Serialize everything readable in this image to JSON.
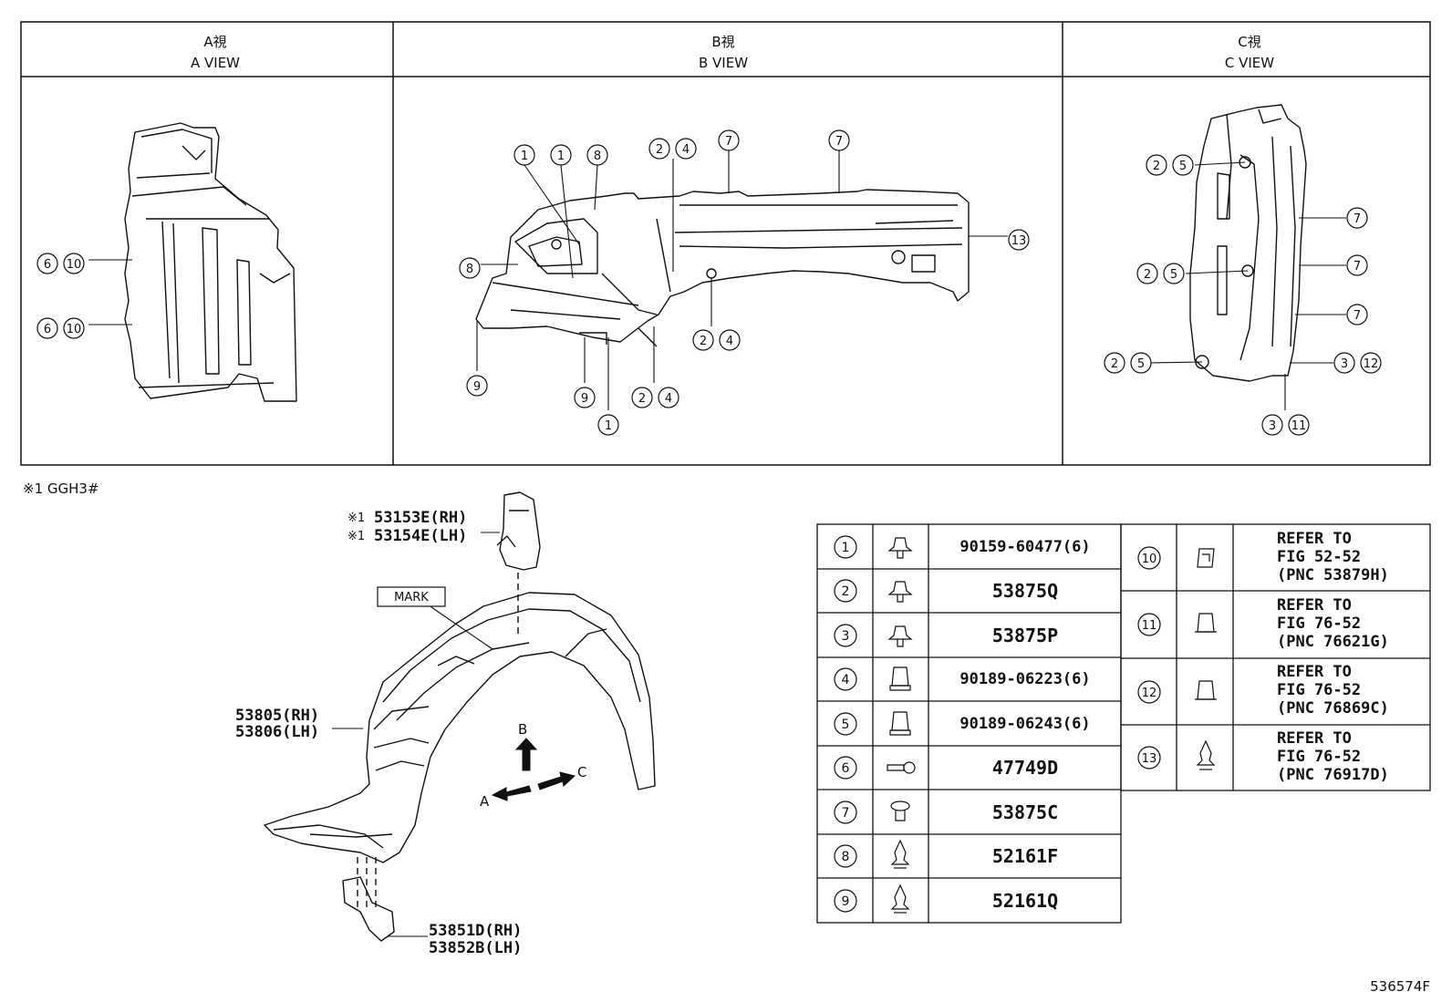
{
  "views": {
    "a": {
      "jp": "A視",
      "en": "A VIEW"
    },
    "b": {
      "jp": "B視",
      "en": "B VIEW"
    },
    "c": {
      "jp": "C視",
      "en": "C VIEW"
    }
  },
  "note": "※1 GGH3#",
  "callouts": {
    "a": [
      {
        "nums": [
          "6",
          "10"
        ]
      },
      {
        "nums": [
          "6",
          "10"
        ]
      }
    ],
    "b": [
      {
        "nums": [
          "1"
        ]
      },
      {
        "nums": [
          "1"
        ]
      },
      {
        "nums": [
          "8"
        ]
      },
      {
        "nums": [
          "2",
          "4"
        ]
      },
      {
        "nums": [
          "7"
        ]
      },
      {
        "nums": [
          "7"
        ]
      },
      {
        "nums": [
          "13"
        ]
      },
      {
        "nums": [
          "8"
        ]
      },
      {
        "nums": [
          "2",
          "4"
        ]
      },
      {
        "nums": [
          "9"
        ]
      },
      {
        "nums": [
          "9"
        ]
      },
      {
        "nums": [
          "1"
        ]
      },
      {
        "nums": [
          "2",
          "4"
        ]
      }
    ],
    "c": [
      {
        "nums": [
          "2",
          "5"
        ]
      },
      {
        "nums": [
          "2",
          "5"
        ]
      },
      {
        "nums": [
          "2",
          "5"
        ]
      },
      {
        "nums": [
          "7"
        ]
      },
      {
        "nums": [
          "7"
        ]
      },
      {
        "nums": [
          "7"
        ]
      },
      {
        "nums": [
          "3",
          "12"
        ]
      },
      {
        "nums": [
          "3",
          "11"
        ]
      }
    ]
  },
  "main_labels": {
    "star1": "※1",
    "star2": "※1",
    "p53153": "53153E(RH)",
    "p53154": "53154E(LH)",
    "mark": "MARK",
    "p53805": "53805(RH)",
    "p53806": "53806(LH)",
    "p53851": "53851D(RH)",
    "p53852": "53852B(LH)",
    "dir_a": "A",
    "dir_b": "B",
    "dir_c": "C"
  },
  "fastener_table": {
    "left": [
      {
        "num": "1",
        "icon": "clip-push-icon",
        "part": "90159-60477(6)"
      },
      {
        "num": "2",
        "icon": "clip-push-icon",
        "part": "53875Q"
      },
      {
        "num": "3",
        "icon": "clip-push-icon",
        "part": "53875P"
      },
      {
        "num": "4",
        "icon": "grommet-nut-icon",
        "part": "90189-06223(6)"
      },
      {
        "num": "5",
        "icon": "grommet-nut-icon",
        "part": "90189-06243(6)"
      },
      {
        "num": "6",
        "icon": "screw-icon",
        "part": "47749D"
      },
      {
        "num": "7",
        "icon": "clip-round-icon",
        "part": "53875C"
      },
      {
        "num": "8",
        "icon": "clip-fir-tree-icon",
        "part": "52161F"
      },
      {
        "num": "9",
        "icon": "clip-fir-tree-icon",
        "part": "52161Q"
      }
    ],
    "right": [
      {
        "num": "10",
        "icon": "clip-bracket-icon",
        "lines": [
          "REFER TO",
          "FIG 52-52",
          "(PNC 53879H)"
        ]
      },
      {
        "num": "11",
        "icon": "clip-box-icon",
        "lines": [
          "REFER TO",
          "FIG 76-52",
          "(PNC 76621G)"
        ]
      },
      {
        "num": "12",
        "icon": "clip-box-icon",
        "lines": [
          "REFER TO",
          "FIG 76-52",
          "(PNC 76869C)"
        ]
      },
      {
        "num": "13",
        "icon": "clip-fir-tree-icon",
        "lines": [
          "REFER TO",
          "FIG 76-52",
          "(PNC 76917D)"
        ]
      }
    ]
  },
  "figure_id": "536574F"
}
